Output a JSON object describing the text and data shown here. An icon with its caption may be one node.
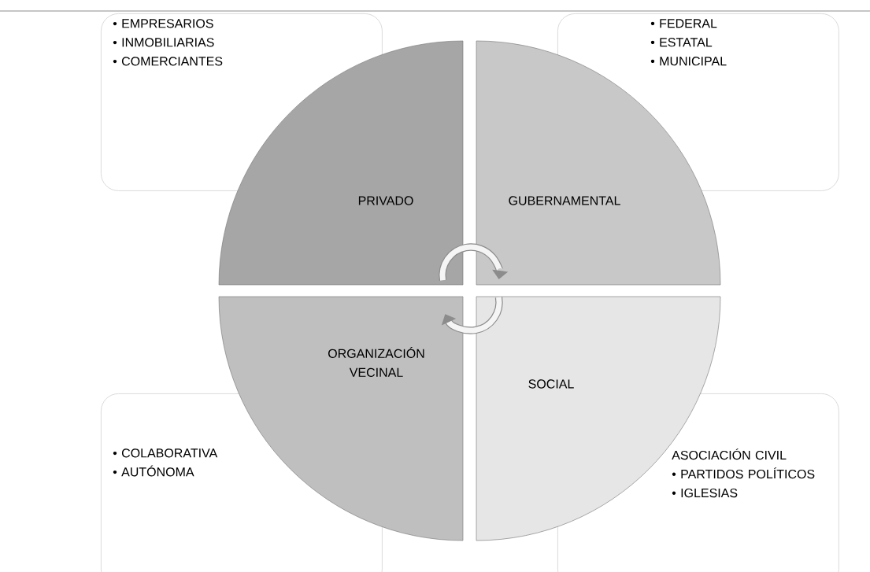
{
  "diagram": {
    "nodes": [
      {
        "text": [
          "• EMPRESARIOS",
          "• INMOBILIARIAS",
          "• COMERCIANTES"
        ]
      },
      {
        "text": [
          "• FEDERAL",
          "• ESTATAL",
          "• MUNICIPAL"
        ]
      },
      {
        "text": [
          "PRIVADO"
        ]
      },
      {
        "text": [
          "GUBERNAMENTAL"
        ]
      },
      {
        "text": [
          "ORGANIZACIÓN VECINAL"
        ]
      },
      {
        "text": [
          "SOCIAL"
        ]
      },
      {
        "text": [
          "• COLABORATIVA",
          "• AUTÓNOMA"
        ]
      },
      {
        "text": [
          "ASOCIACIÓN CIVIL",
          "• PARTIDOS POLÍTICOS",
          "• IGLESIAS"
        ]
      }
    ],
    "edges": [
      {
        "from": 2,
        "to": 3,
        "arrow": "to"
      },
      {
        "from": 5,
        "to": 4,
        "arrow": "to"
      }
    ]
  }
}
